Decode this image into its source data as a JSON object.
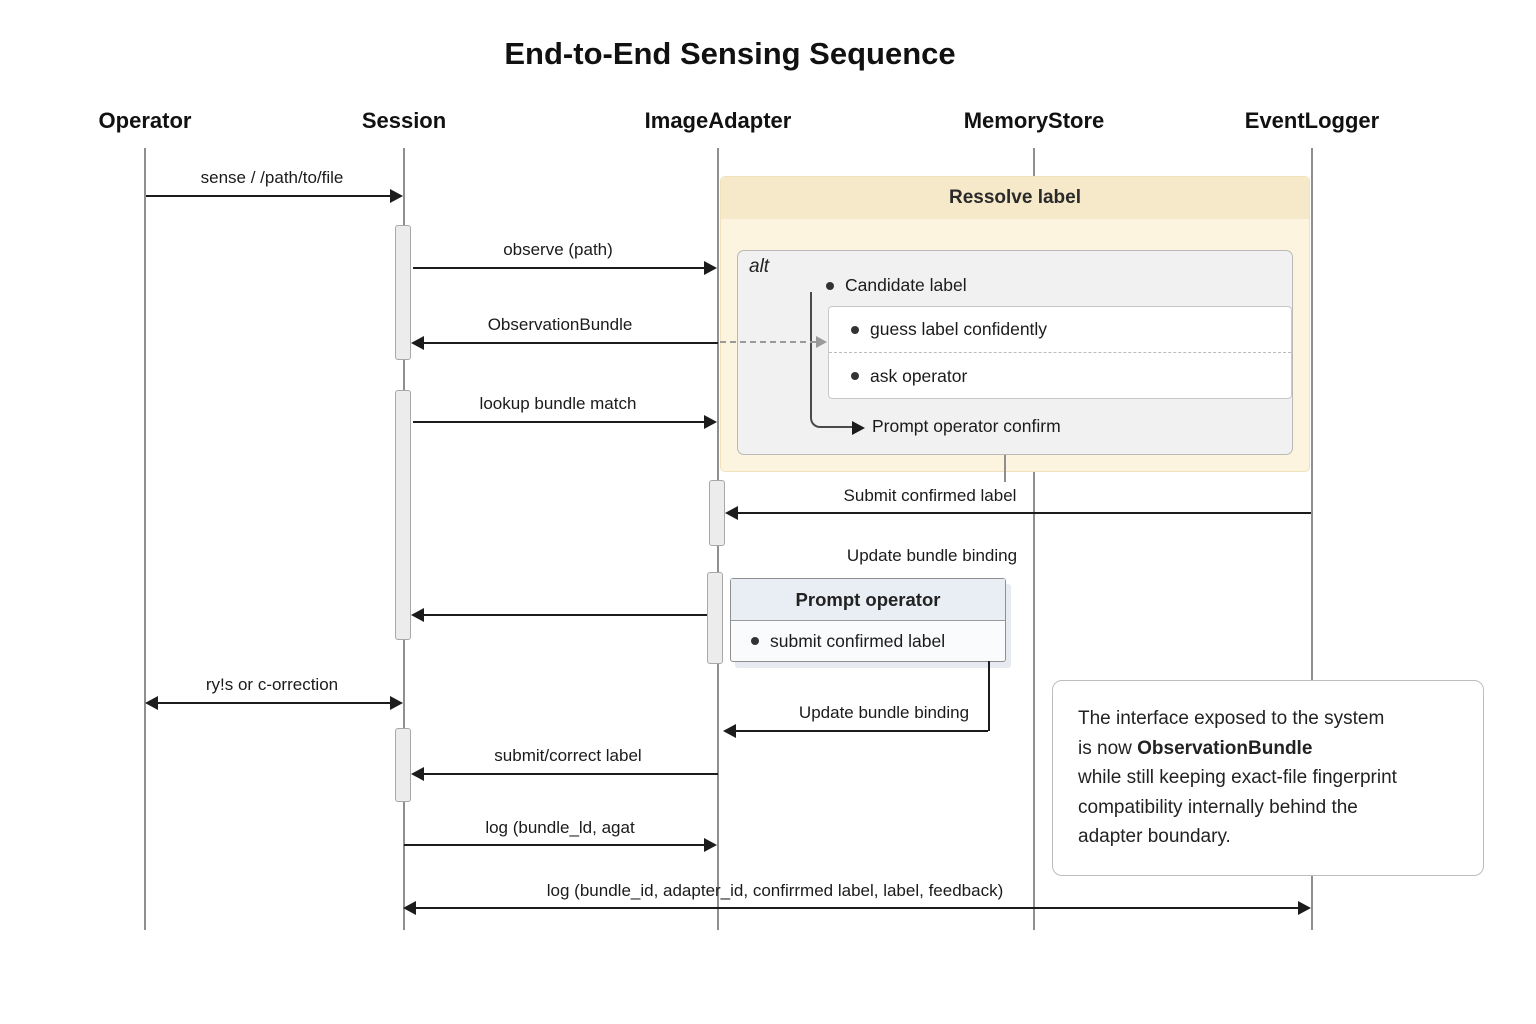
{
  "title": "End-to-End Sensing Sequence",
  "lifelines": [
    {
      "name": "Operator"
    },
    {
      "name": "Session"
    },
    {
      "name": "ImageAdapter"
    },
    {
      "name": "MemoryStore"
    },
    {
      "name": "EventLogger"
    }
  ],
  "messages": {
    "sense": "sense / /path/to/file",
    "observe": "observe (path)",
    "observation_bundle": "ObservationBundle",
    "lookup": "lookup bundle match",
    "submit_confirmed": "Submit confirmed label",
    "update_binding_first": "Update bundle binding",
    "retry_correction": "ry!s or c-orrection",
    "update_binding_second": "Update bundle binding",
    "submit_correct": "submit/correct label",
    "log_short": "log (bundle_ld, agat",
    "log_full": "log (bundle_id, adapter_id, confirrmed label, label, feedback)"
  },
  "resolve_region": {
    "title": "Ressolve label",
    "alt_label": "alt",
    "candidate_label": "Candidate label",
    "option_guess": "guess label confidently",
    "option_ask": "ask operator",
    "prompt_confirm": "Prompt operator confirm"
  },
  "prompt_box": {
    "title": "Prompt operator",
    "item": "submit confirmed label"
  },
  "note": {
    "line1": "The interface exposed to the system",
    "line2_prefix": "is now ",
    "line2_bold": "ObservationBundle",
    "line3": "while still keeping exact-file fingerprint",
    "line4": "compatibility internally behind the",
    "line5": "adapter boundary."
  },
  "colors": {
    "region_bg": "#fcf4df",
    "region_header_bg": "#f6e9c9",
    "alt_bg": "#f1f1f1",
    "prompt_header_bg": "#e9eef5",
    "arrow": "#1c1c1c",
    "lifeline": "#8f8f8f"
  }
}
